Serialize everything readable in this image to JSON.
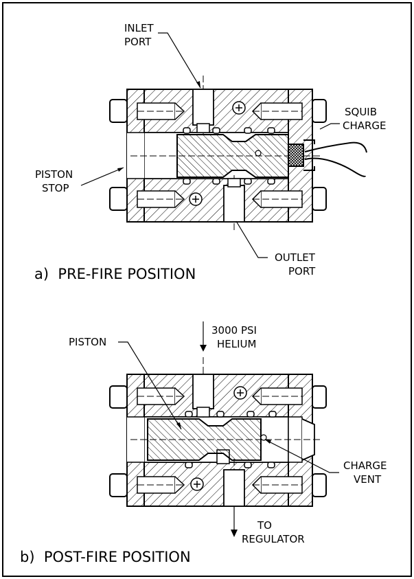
{
  "diagram_a": {
    "caption": "a)  PRE-FIRE POSITION",
    "labels": {
      "inlet_1": "INLET",
      "inlet_2": "PORT",
      "squib_1": "SQUIB",
      "squib_2": "CHARGE",
      "piston_stop_1": "PISTON",
      "piston_stop_2": "STOP",
      "outlet_1": "OUTLET",
      "outlet_2": "PORT"
    }
  },
  "diagram_b": {
    "caption": "b)  POST-FIRE POSITION",
    "labels": {
      "piston": "PISTON",
      "helium_1": "3000 PSI",
      "helium_2": "HELIUM",
      "vent_1": "CHARGE",
      "vent_2": "VENT",
      "regulator_1": "TO",
      "regulator_2": "REGULATOR"
    }
  },
  "colors": {
    "ink": "#000000",
    "paper": "#ffffff"
  }
}
